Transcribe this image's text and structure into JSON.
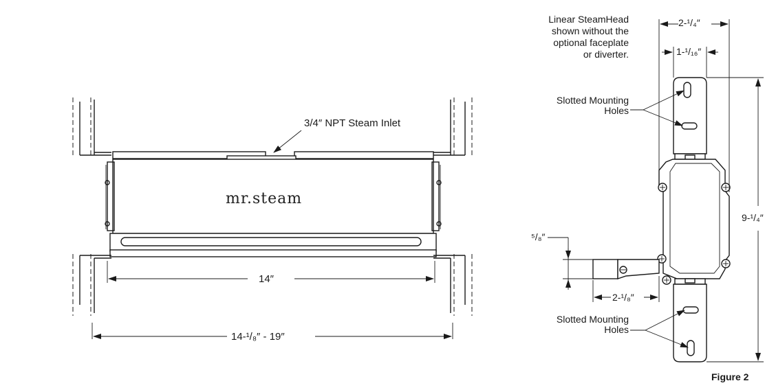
{
  "front_view": {
    "brand": "mr.steam",
    "inlet_label": "3/4″ NPT Steam Inlet",
    "width_label": "14″",
    "span_label": "14-¹/₈″ - 19″"
  },
  "side_view": {
    "note_lines": [
      "Linear SteamHead",
      "shown without the",
      "optional faceplate",
      "or diverter."
    ],
    "top_holes_label": [
      "Slotted Mounting",
      "Holes"
    ],
    "bottom_holes_label": [
      "Slotted Mounting",
      "Holes"
    ],
    "outer_width": "2-¹/₄″",
    "bracket_width": "1-¹/₁₆″",
    "height": "9-¹/₄″",
    "inlet_height": "⁵/₈″",
    "inlet_length": "2-¹/₈″"
  },
  "figure_label": "Figure 2"
}
